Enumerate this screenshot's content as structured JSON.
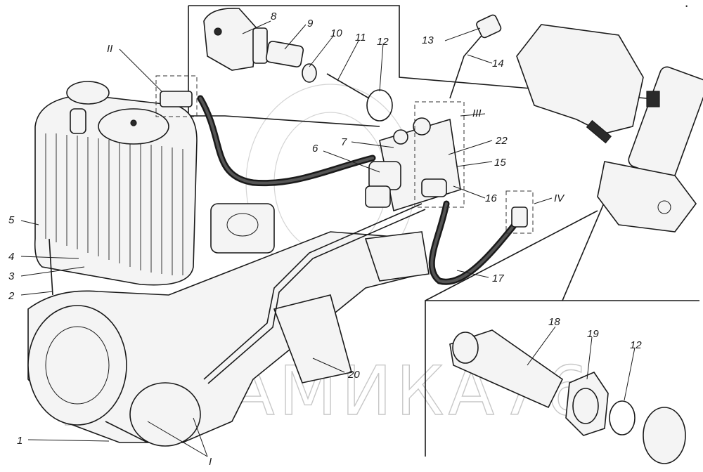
{
  "figure": {
    "part_labels": [
      "1",
      "2",
      "3",
      "4",
      "5",
      "6",
      "7",
      "8",
      "9",
      "10",
      "11",
      "12",
      "13",
      "14",
      "15",
      "16",
      "17",
      "18",
      "19",
      "20",
      "22"
    ],
    "view_labels": [
      "I",
      "II",
      "III",
      "IV"
    ],
    "label_12_repeat": "12",
    "watermark": "ДИНАМИКА76",
    "corner_mark": "•"
  }
}
